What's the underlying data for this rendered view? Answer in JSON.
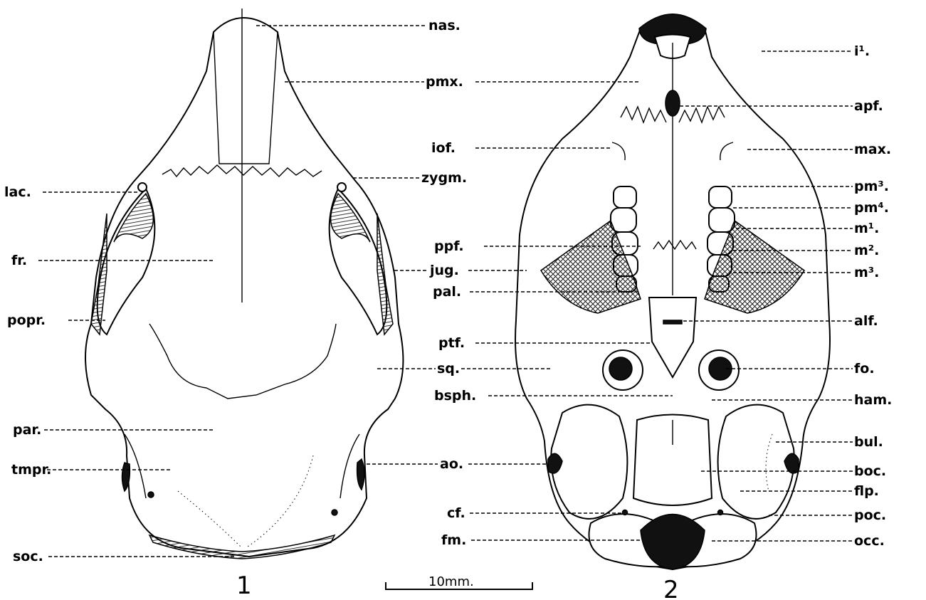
{
  "figure_numbers": {
    "left": "1",
    "right": "2"
  },
  "scale_bar": {
    "label": "10mm."
  },
  "labels_left": {
    "lac": "lac.",
    "fr": "fr.",
    "popr": "popr.",
    "par": "par.",
    "tmpr": "tmpr.",
    "soc": "soc."
  },
  "labels_center": {
    "nas": "nas.",
    "pmx": "pmx.",
    "iof": "iof.",
    "zygm": "zygm.",
    "ppf": "ppf.",
    "jug": "jug.",
    "pal": "pal.",
    "ptf": "ptf.",
    "sq": "sq.",
    "bsph": "bsph.",
    "ao": "ao.",
    "cf": "cf.",
    "fm": "fm."
  },
  "labels_right": {
    "i1": "i¹.",
    "apf": "apf.",
    "max": "max.",
    "pm3": "pm³.",
    "pm4": "pm⁴.",
    "m1": "m¹.",
    "m2": "m².",
    "m3": "m³.",
    "alf": "alf.",
    "fo": "fo.",
    "ham": "ham.",
    "bul": "bul.",
    "boc": "boc.",
    "flp": "flp.",
    "poc": "poc.",
    "occ": "occ."
  }
}
